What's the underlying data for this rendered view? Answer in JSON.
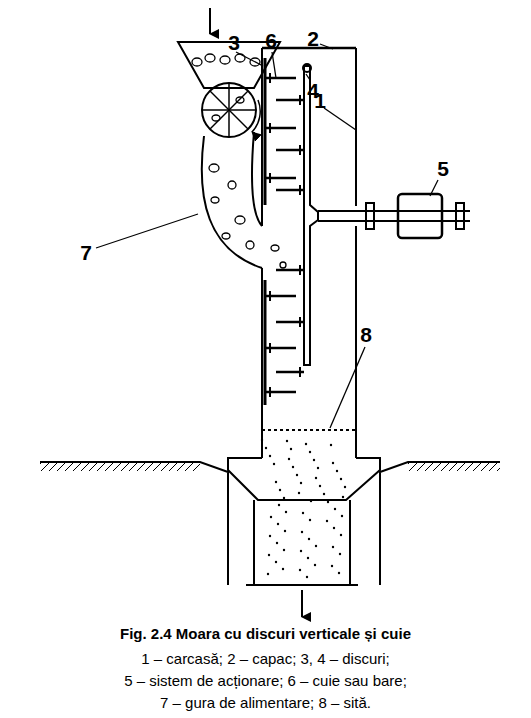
{
  "diagram": {
    "caption": "Fig. 2.4 Moara cu discuri verticale și cuie",
    "labels": [
      "3",
      "6",
      "2",
      "4",
      "1",
      "5",
      "7",
      "8",
      "1 – carcasă; 2 – capac; 3, 4 – discuri;",
      "5 – sistem de acționare; 6 – cuie sau bare;",
      "7 – gura de alimentare; 8 – sită."
    ]
  }
}
